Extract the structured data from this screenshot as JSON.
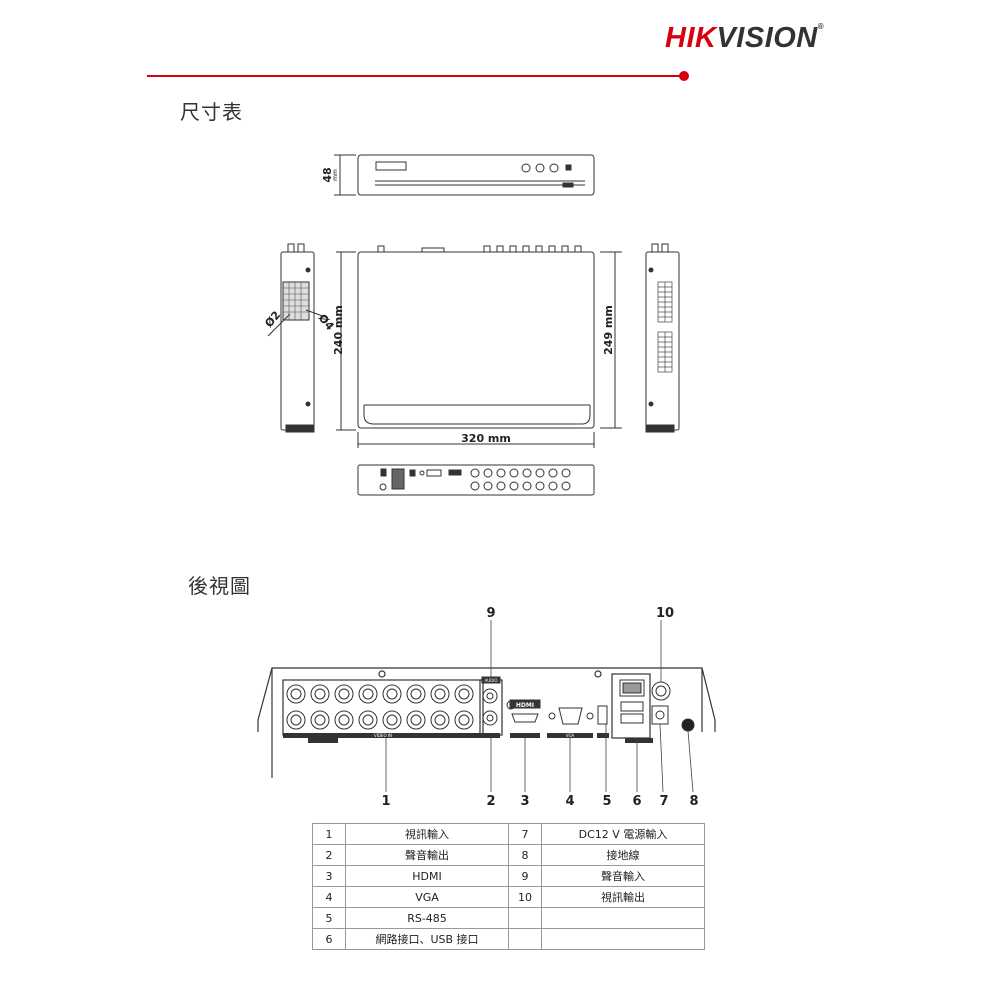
{
  "brand": {
    "hik": "HIK",
    "vision": "VISION",
    "reg": "®"
  },
  "sections": {
    "dimensions": "尺寸表",
    "rear_view": "後視圖"
  },
  "dimensions": {
    "height": "48",
    "height_unit": "mm",
    "depth": "240 mm",
    "depth_right": "249 mm",
    "width": "320 mm",
    "hole_small": "Ø2",
    "hole_large": "Ø4"
  },
  "callouts": [
    "1",
    "2",
    "3",
    "4",
    "5",
    "6",
    "7",
    "8",
    "9",
    "10"
  ],
  "rear_labels": {
    "hdmi": "HDMI",
    "vga": "VGA",
    "audio": "AUDIO",
    "video_in": "VIDEO IN"
  },
  "legend": [
    {
      "n": "1",
      "desc": "視訊輸入",
      "n2": "7",
      "desc2": "DC12 V  電源輸入"
    },
    {
      "n": "2",
      "desc": "聲音輸出",
      "n2": "8",
      "desc2": "接地線"
    },
    {
      "n": "3",
      "desc": "HDMI",
      "n2": "9",
      "desc2": "聲音輸入"
    },
    {
      "n": "4",
      "desc": "VGA",
      "n2": "10",
      "desc2": "視訊輸出"
    },
    {
      "n": "5",
      "desc": "RS-485",
      "n2": "",
      "desc2": ""
    },
    {
      "n": "6",
      "desc": "網路接口、USB 接口",
      "n2": "",
      "desc2": ""
    }
  ],
  "colors": {
    "brand_red": "#d7000f",
    "line": "#333333"
  }
}
